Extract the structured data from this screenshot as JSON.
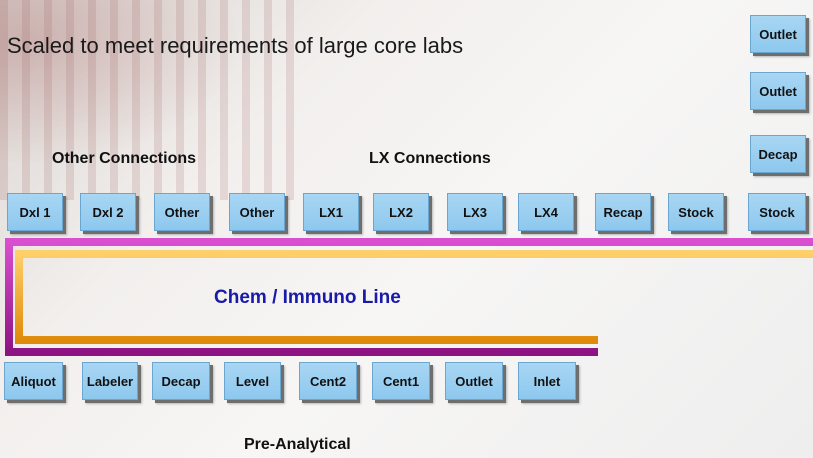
{
  "caption": "Scaled to meet requirements of large core labs",
  "labels": {
    "other_connections": "Other Connections",
    "lx_connections": "LX Connections",
    "line": "Chem / Immuno Line",
    "pre_analytical": "Pre-Analytical"
  },
  "upper_boxes": [
    "Dxl 1",
    "Dxl 2",
    "Other",
    "Other",
    "LX1",
    "LX2",
    "LX3",
    "LX4",
    "Recap",
    "Stock",
    "Stock"
  ],
  "right_column": [
    "Outlet",
    "Outlet",
    "Decap"
  ],
  "lower_boxes": [
    "Aliquot",
    "Labeler",
    "Decap",
    "Level",
    "Cent2",
    "Cent1",
    "Outlet",
    "Inlet"
  ],
  "colors": {
    "box_fill": "#8ec8ee",
    "track_magenta": "#c21fb4",
    "track_orange": "#f5a41a",
    "line_label": "#1a1aa8"
  }
}
